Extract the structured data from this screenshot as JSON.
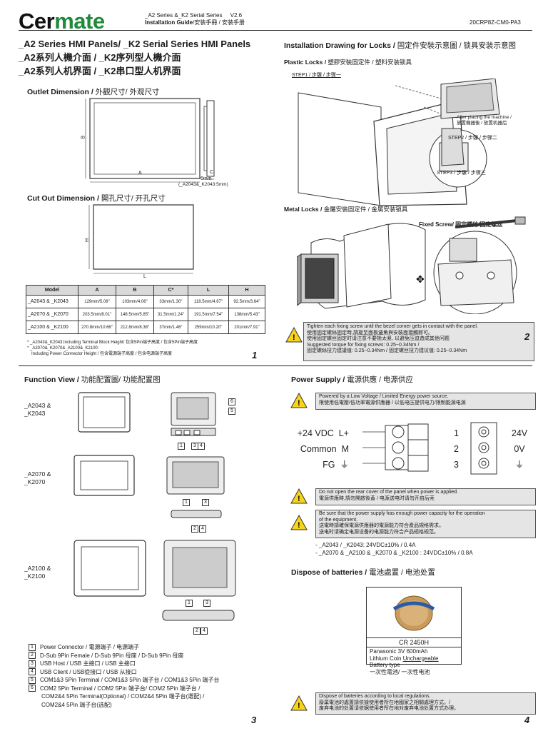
{
  "header": {
    "logo_main": "Cer",
    "logo_accent": "mate",
    "series": "_A2 Series &_K2 Serial Series",
    "version": "V2.6",
    "guide": "Installation Guide",
    "guide_sub": "/安装手冊 / 安装手册",
    "doc_code": "20CRP8Z-CM0-PA3"
  },
  "title": {
    "line1": "_A2 Series HMI Panels/ _K2 Serial Series HMI Panels",
    "line2": "_A2系列人機介面 / _K2序列型人機介面",
    "line3": "_A2系列人机界面 / _K2串口型人机界面"
  },
  "outlet": {
    "heading": "Outlet Dimension /",
    "heading_cjk": " 外觀尺寸/ 外观尺寸",
    "label_a": "A",
    "label_b": "B",
    "label_c": "C",
    "depth": "6mm",
    "depth_note": "(_A2043&_K2043:5mm)"
  },
  "cutout": {
    "heading": "Cut Out Dimension /",
    "heading_cjk": " 開孔尺寸/ 开孔尺寸",
    "label_h": "H",
    "label_l": "L"
  },
  "dim_table": {
    "headers": [
      "Model",
      "A",
      "B",
      "C*",
      "L",
      "H"
    ],
    "rows": [
      [
        "_A2043 & _K2043",
        "129mm/5.08\"",
        "103mm/4.06\"",
        "33mm/1.30\"",
        "118.5mm/4.67\"",
        "92.5mm/3.64\""
      ],
      [
        "_A2070 & _K2070",
        "203.5mm/8.01\"",
        "148.5mm/5.85\"",
        "31.5mm/1.24\"",
        "191.5mm/7.54\"",
        "138mm/5.43\""
      ],
      [
        "_A2100 & _K2100",
        "270.8mm/10.66\"",
        "212.8mm/8.38\"",
        "37mm/1.46\"",
        "259mm/10.20\"",
        "201mm/7.91\""
      ]
    ],
    "note1": "* _A2043&_K2043:Including Terminal Block Height/ 包含5Pin端子高度 / 包含5Pin端子高度",
    "note2": "* _A2070&_K2070&_A2100&_K2100:",
    "note3": "Including Power Connector Height / 包含電源端子高度 / 包含电源端子高度"
  },
  "page_numbers": {
    "p1": "1",
    "p2": "2",
    "p3": "3",
    "p4": "4"
  },
  "locks": {
    "heading": "Installation Drawing for Locks /",
    "heading_cjk": " 固定件安裝示意圖 / 锁具安装示意图",
    "plastic": "Plastic Locks /",
    "plastic_cjk": " 塑膠安裝固定件 / 塑料安装锁具",
    "step1": "STEP1 / 步驟  / 步骤一",
    "after1": "After placing the machine /",
    "after2": "放置機器後 / 放置机器后",
    "step2": "STEP2 / 步驟  / 步骤二",
    "step3": "STEP3 / 步驟  / 步骤三",
    "metal": "Metal Locks /",
    "metal_cjk": " 金屬安裝固定件 / 金属安装锁具",
    "fixed_screw": "Fixed Screw/ 固定螺絲/固定螺丝"
  },
  "torque_warn": {
    "l1": "Tighten each fixing screw until the bezel corner gets in contact with the panel.",
    "l2": "使用固定螺絲固定時,請旋至面板邊角與安裝面接觸即可。",
    "l3": "使用固定螺丝固定时请注意不要锁太紧, 以避免压迫造成其他问题",
    "l4": "Suggested torque for fixing screws: 0.25~0.34Nm /",
    "l5": "固定螺絲扭力建議值: 0.25~0.34Nm / 固定螺丝扭力建议值: 0.25~0.34Nm"
  },
  "function_view": {
    "heading": "Function View /",
    "heading_cjk": " 功能配置圖/ 功能配置图",
    "models": [
      {
        "a": "_A2043 &",
        "b": "_K2043"
      },
      {
        "a": "_A2070 &",
        "b": "_K2070"
      },
      {
        "a": "_A2100 &",
        "b": "_K2100"
      }
    ],
    "n1": "1",
    "n2": "2",
    "n3": "3",
    "n4": "4",
    "n5": "5",
    "n6": "6",
    "items": [
      {
        "n": "1",
        "t": "Power Connector / 電源端子 / 电源端子"
      },
      {
        "n": "2",
        "t": "D-Sub 9Pin Female /  D-Sub 9Pin 母座 / D-Sub 9Pin 母座"
      },
      {
        "n": "3",
        "t": "USB Host / USB 主接口 / USB 主接口"
      },
      {
        "n": "4",
        "t": "USB Client / USB從接口 / USB 从接口"
      },
      {
        "n": "5",
        "t": "COM1&3 5Pin Terminal / COM1&3 5Pin 端子台 / COM1&3 5Pin 端子台"
      },
      {
        "n": "6",
        "t": "COM2 5Pin Terminal / COM2 5Pin 端子台/ COM2 5Pin 端子台 /"
      }
    ],
    "item6_cont": "COM2&4 5Pin Terminal(Optional) / COM2&4 5Pin 端子台(選配) /",
    "item6_cont2": "COM2&4 5Pin 端子台(选配)"
  },
  "power": {
    "heading": "Power Supply /",
    "heading_cjk": " 電源供應 / 电源供应",
    "warn1a": "Powered by a Low Voltage / Limited Energy power source.",
    "warn1b": "限使用低電壓/低功率電源供應器 /  以低电压提供电力/限制能源电源",
    "labels": [
      {
        "name": "+24 VDC",
        "sym": "L+",
        "n": "1",
        "v": "24V"
      },
      {
        "name": "Common",
        "sym": "M",
        "n": "2",
        "v": "0V"
      },
      {
        "name": "FG",
        "sym": "⏚",
        "n": "3",
        "v": "⏚"
      }
    ],
    "warn2a": "Do not open the rear cover of the panel when power is applied.",
    "warn2b": "電源供應時,請勿開啟後蓋 /  电源送电时请勿开启后壳",
    "warn3a": "Be sure that the power supply has enough power capacity for the operation",
    "warn3b": "of the equipment.",
    "warn3c": "送電時請確保電源供應器的電源能力符合產品規格需求。",
    "warn3d": "送电时请确定电源设备的电源能力符合产品规格规范。",
    "spec1": "- _A2043 / _K2043: 24VDC±10% / 0.4A",
    "spec2": "- _A2070 & _A2100 & _K2070 & _K2100 : 24VDC±10% / 0.8A"
  },
  "battery": {
    "heading": "Dispose of batteries /",
    "heading_cjk": " 電池處置 / 电池处置",
    "model": "CR 2450H",
    "spec1": "Panasonic 3V 600mAh",
    "spec2a": "Lithium Coin ",
    "spec2b": "Unchargeable",
    "spec3": "Battery type",
    "spec4": "一次性電池/ 一次性电池",
    "warn_a": "Dispose of batteries according to local regulations.",
    "warn_b": "廢棄電池的處置請依據使用者所在地國家之相關處理方式。/",
    "warn_c": "废弃电池的处置请依据使用者所在地对废弃电池处置方式办理。"
  }
}
